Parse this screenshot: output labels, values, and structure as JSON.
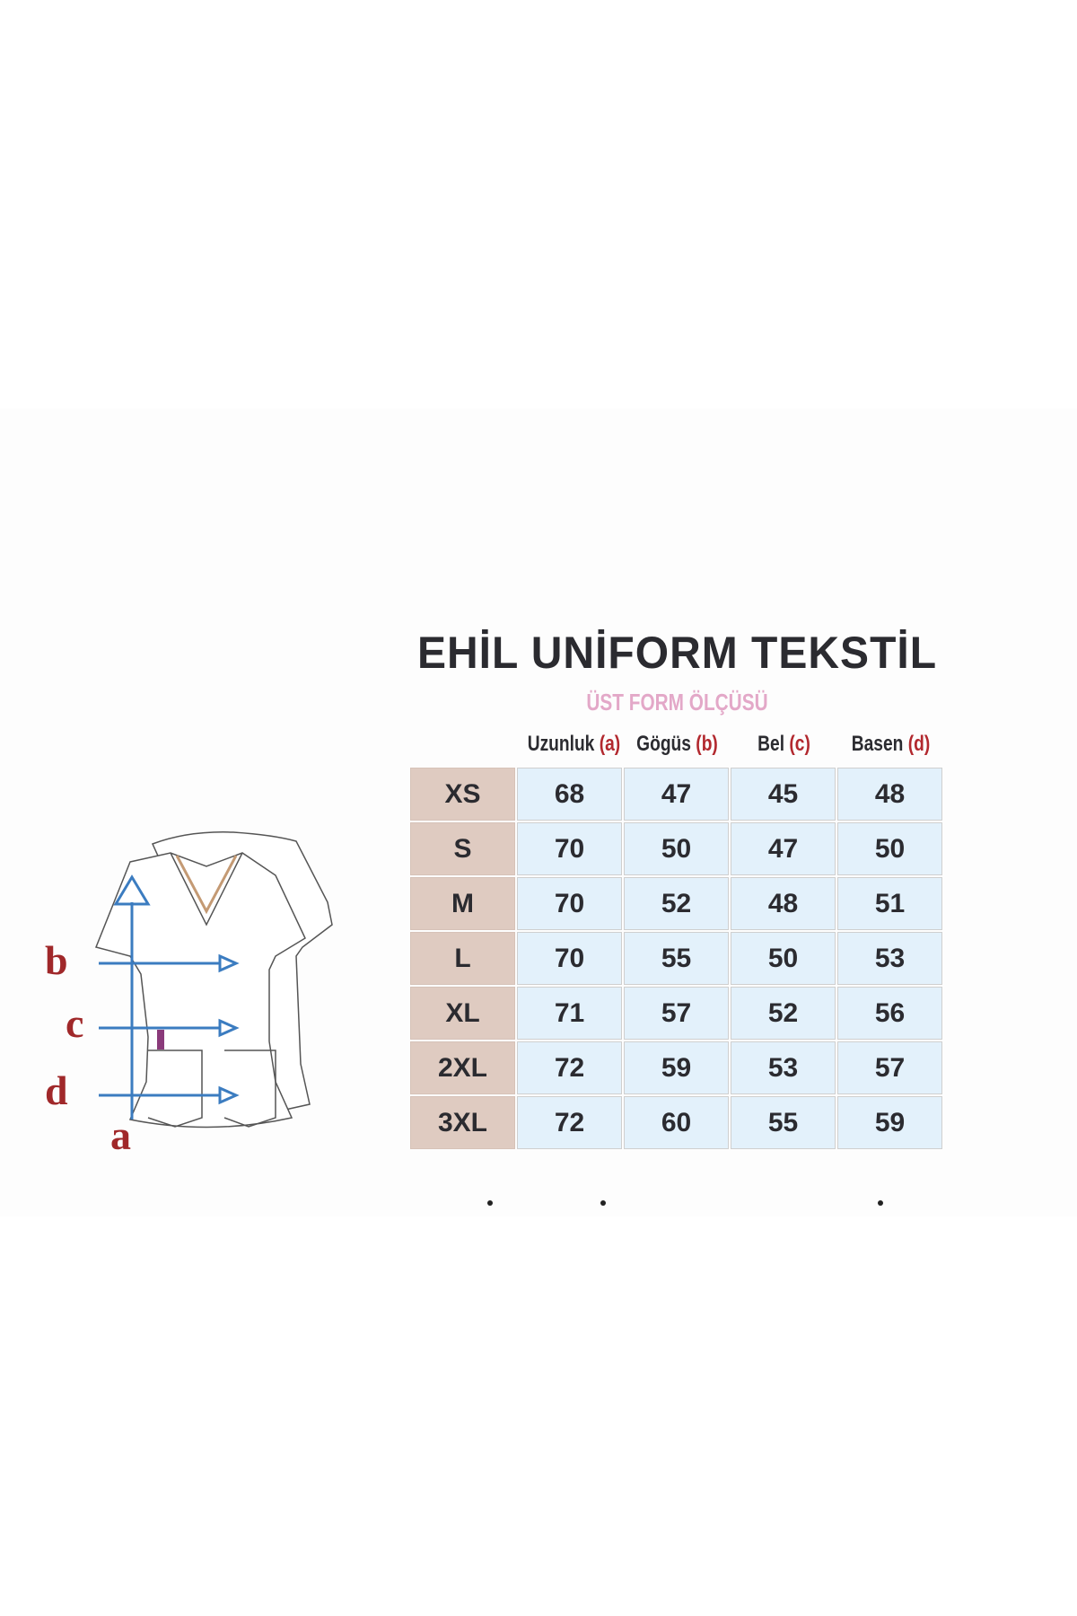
{
  "title": "EHİL UNİFORM TEKSTİL",
  "subtitle": "ÜST FORM ÖLÇÜSÜ",
  "columns": [
    {
      "name": "Uzunluk",
      "letter": "(a)"
    },
    {
      "name": "Gögüs",
      "letter": "(b)"
    },
    {
      "name": "Bel",
      "letter": "(c)"
    },
    {
      "name": "Basen",
      "letter": "(d)"
    }
  ],
  "rows": [
    {
      "size": "XS",
      "values": [
        "68",
        "47",
        "45",
        "48"
      ]
    },
    {
      "size": "S",
      "values": [
        "70",
        "50",
        "47",
        "50"
      ]
    },
    {
      "size": "M",
      "values": [
        "70",
        "52",
        "48",
        "51"
      ]
    },
    {
      "size": "L",
      "values": [
        "70",
        "55",
        "50",
        "53"
      ]
    },
    {
      "size": "XL",
      "values": [
        "71",
        "57",
        "52",
        "56"
      ]
    },
    {
      "size": "2XL",
      "values": [
        "72",
        "59",
        "53",
        "57"
      ]
    },
    {
      "size": "3XL",
      "values": [
        "72",
        "60",
        "55",
        "59"
      ]
    }
  ],
  "diagram_labels": {
    "a": "a",
    "b": "b",
    "c": "c",
    "d": "d"
  },
  "colors": {
    "size_cell": "#dfcbc1",
    "value_cell": "#e3f1fb",
    "letters": "#a0282a",
    "arrows": "#3b7cc0",
    "subtitle": "#e3a8c8"
  }
}
